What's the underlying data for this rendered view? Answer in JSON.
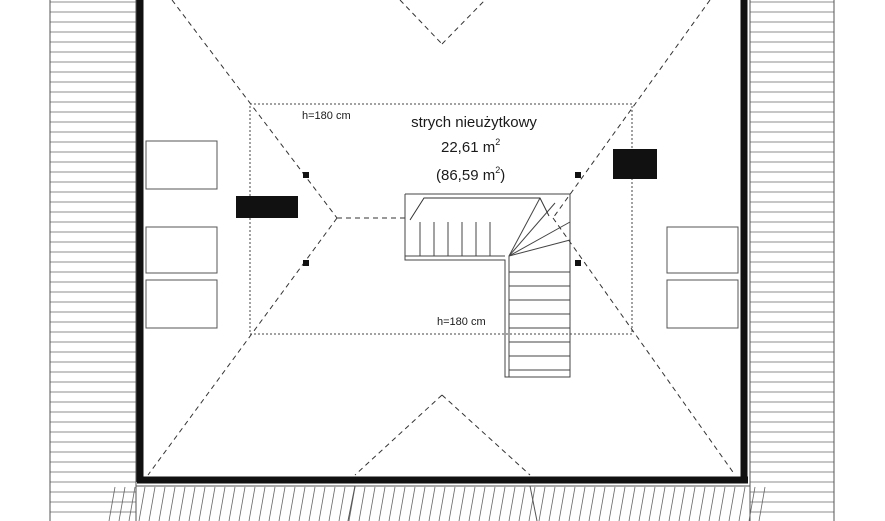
{
  "room": {
    "name": "strych nieużytkowy",
    "area_value": "22,61 m",
    "area_unit_exp": "2",
    "total_open": "(86,59 m",
    "total_exp": "2",
    "total_close": ")"
  },
  "heights": {
    "top": "h=180 cm",
    "bottom": "h=180 cm"
  },
  "colors": {
    "wall": "#111111",
    "line": "#333333",
    "roof_hatch": "#555555",
    "chimney": "#111111"
  }
}
